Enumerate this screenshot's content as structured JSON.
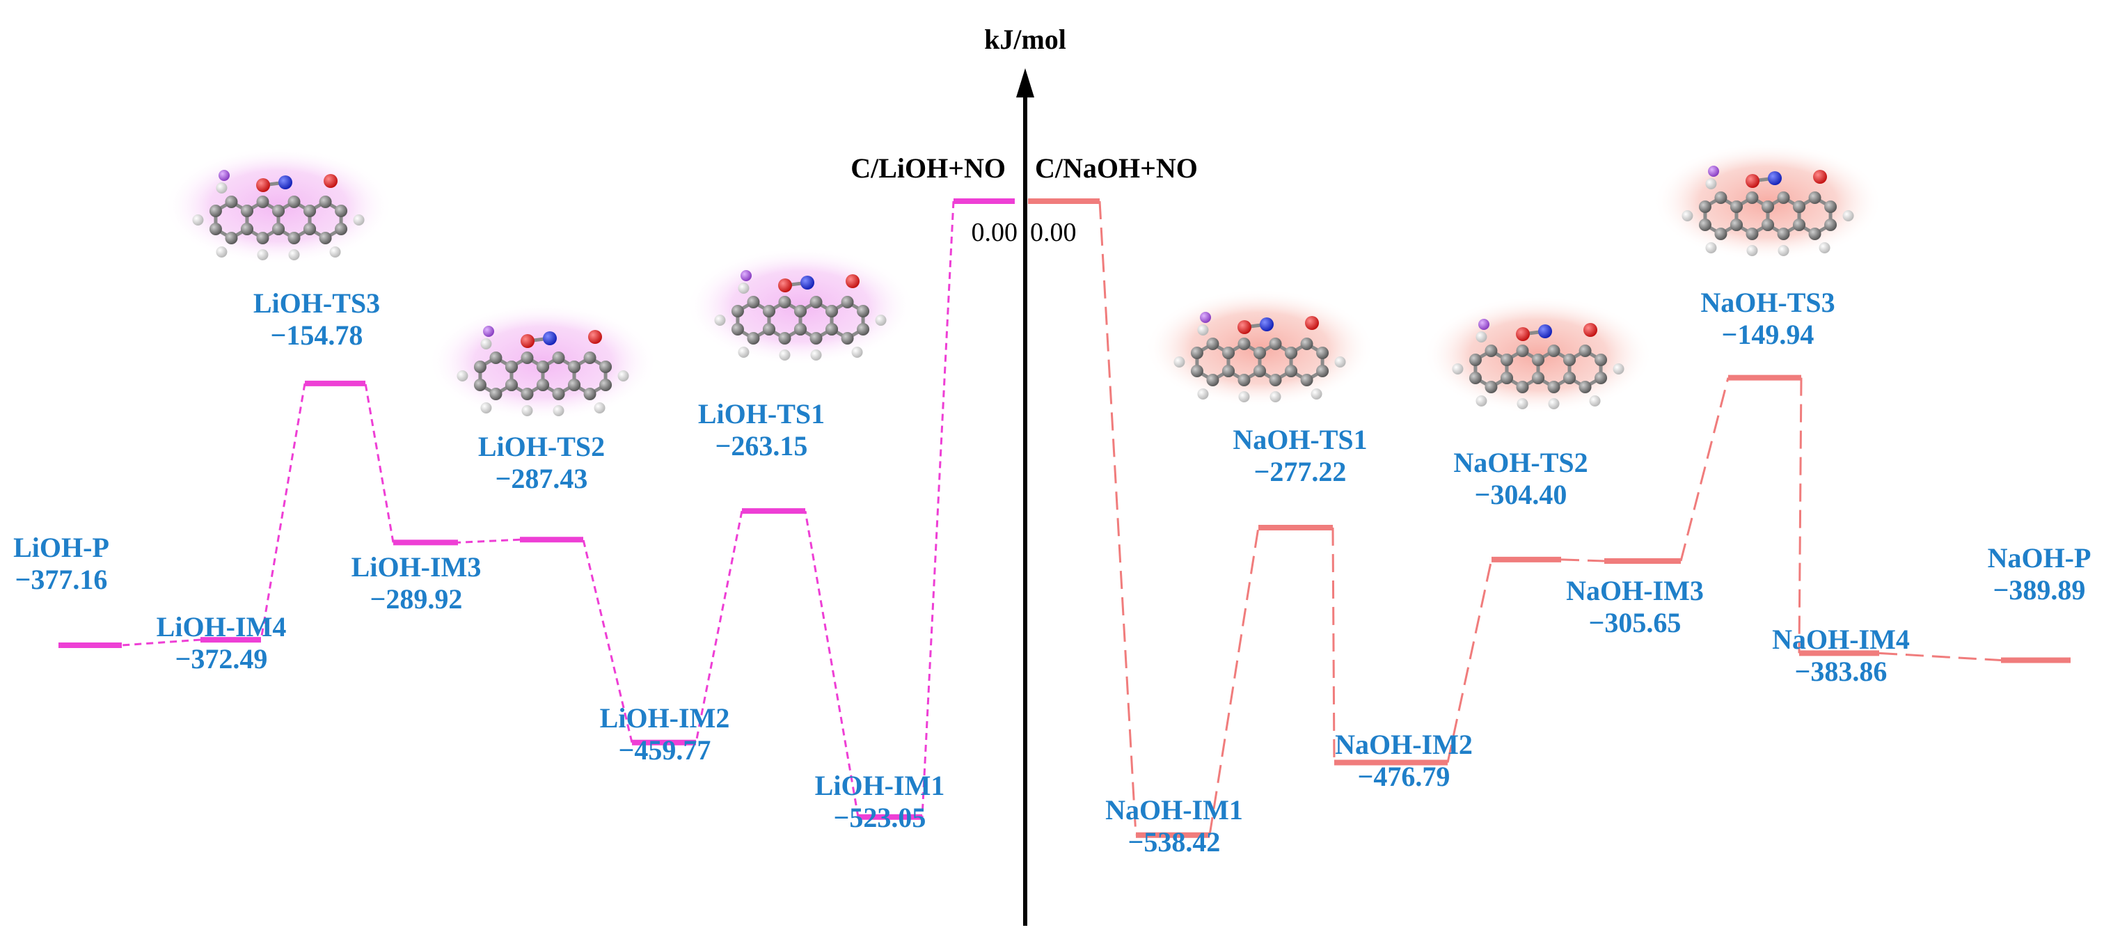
{
  "chart_data": {
    "type": "energy-profile",
    "axis_label": "kJ/mol",
    "colors": {
      "lioh": "#ee3fd5",
      "naoh": "#f07c7c",
      "label": "#1f7fc9",
      "axis": "#000000"
    },
    "start": {
      "lioh": {
        "name": "C/LiOH+NO",
        "energy": 0.0,
        "value_text": "0.00"
      },
      "naoh": {
        "name": "C/NaOH+NO",
        "energy": 0.0,
        "value_text": "0.00"
      }
    },
    "series": [
      {
        "name": "LiOH",
        "states": [
          {
            "name": "C/LiOH+NO",
            "energy": 0.0,
            "value_text": "0.00"
          },
          {
            "name": "LiOH-IM1",
            "energy": -523.05,
            "value_text": "−523.05"
          },
          {
            "name": "LiOH-TS1",
            "energy": -263.15,
            "value_text": "−263.15"
          },
          {
            "name": "LiOH-IM2",
            "energy": -459.77,
            "value_text": "−459.77"
          },
          {
            "name": "LiOH-TS2",
            "energy": -287.43,
            "value_text": "−287.43"
          },
          {
            "name": "LiOH-IM3",
            "energy": -289.92,
            "value_text": "−289.92"
          },
          {
            "name": "LiOH-TS3",
            "energy": -154.78,
            "value_text": "−154.78"
          },
          {
            "name": "LiOH-IM4",
            "energy": -372.49,
            "value_text": "−372.49"
          },
          {
            "name": "LiOH-P",
            "energy": -377.16,
            "value_text": "−377.16"
          }
        ]
      },
      {
        "name": "NaOH",
        "states": [
          {
            "name": "C/NaOH+NO",
            "energy": 0.0,
            "value_text": "0.00"
          },
          {
            "name": "NaOH-IM1",
            "energy": -538.42,
            "value_text": "−538.42"
          },
          {
            "name": "NaOH-TS1",
            "energy": -277.22,
            "value_text": "−277.22"
          },
          {
            "name": "NaOH-IM2",
            "energy": -476.79,
            "value_text": "−476.79"
          },
          {
            "name": "NaOH-TS2",
            "energy": -304.4,
            "value_text": "−304.40"
          },
          {
            "name": "NaOH-IM3",
            "energy": -305.65,
            "value_text": "−305.65"
          },
          {
            "name": "NaOH-TS3",
            "energy": -149.94,
            "value_text": "−149.94"
          },
          {
            "name": "NaOH-IM4",
            "energy": -383.86,
            "value_text": "−383.86"
          },
          {
            "name": "NaOH-P",
            "energy": -389.89,
            "value_text": "−389.89"
          }
        ]
      }
    ]
  }
}
